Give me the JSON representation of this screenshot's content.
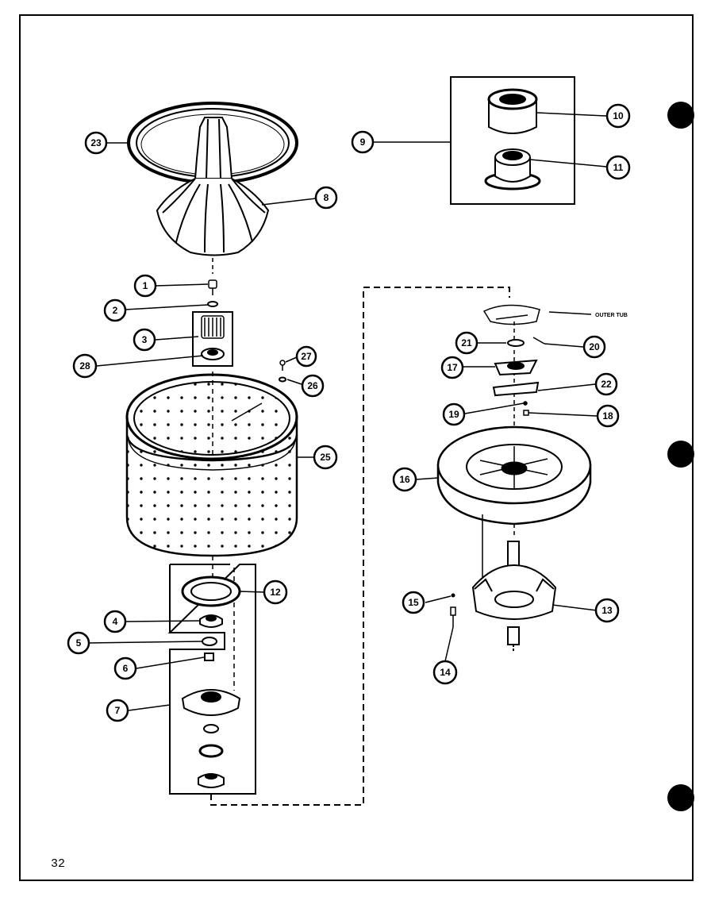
{
  "page": {
    "number": "32"
  },
  "callouts": {
    "c23": "23",
    "c8": "8",
    "c1": "1",
    "c2": "2",
    "c3": "3",
    "c28": "28",
    "c27": "27",
    "c26a": "26",
    "c25": "25",
    "c12": "12",
    "c4": "4",
    "c5": "5",
    "c6": "6",
    "c7": "7",
    "c9": "9",
    "c10": "10",
    "c11": "11",
    "c21": "21",
    "c20": "20",
    "c17": "17",
    "c22": "22",
    "c19": "19",
    "c18": "18",
    "c16": "16",
    "c15": "15",
    "c13": "13",
    "c14": "14"
  },
  "labels": {
    "outer_tub": "OUTER TUB"
  },
  "colors": {
    "ink": "#000000",
    "paper": "#ffffff"
  }
}
